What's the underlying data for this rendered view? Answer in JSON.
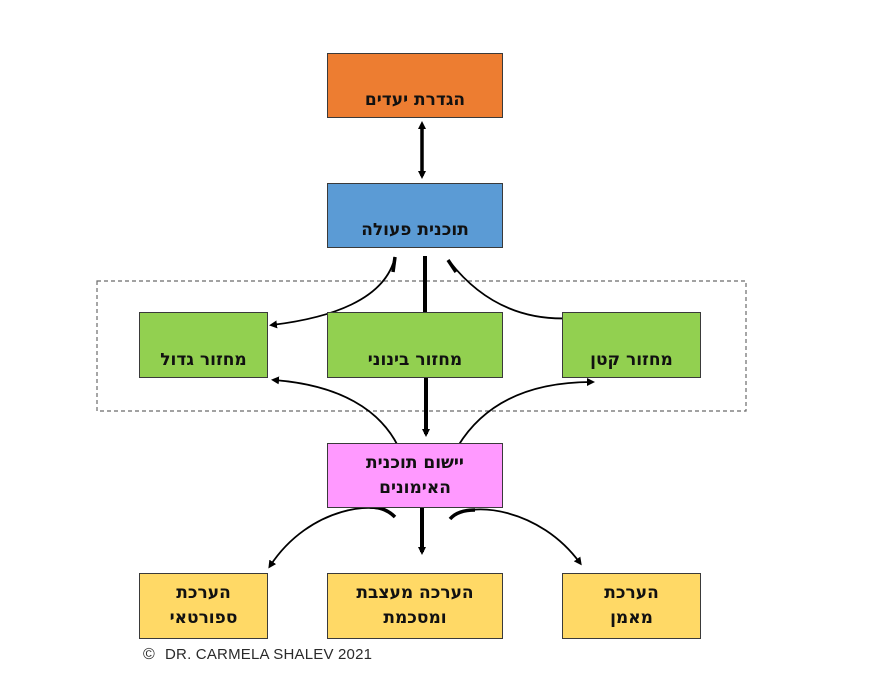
{
  "diagram": {
    "nodes": {
      "goal_setting": {
        "label": "הגדרת יעדים",
        "color": "#ED7D31"
      },
      "action_plan": {
        "label": "תוכנית פעולה",
        "color": "#5B9BD5"
      },
      "large_cycle": {
        "label": "מחזור גדול",
        "color": "#92D050"
      },
      "medium_cycle": {
        "label": "מחזור בינוני",
        "color": "#92D050"
      },
      "small_cycle": {
        "label": "מחזור קטן",
        "color": "#92D050"
      },
      "implementation": {
        "line1": "יישום תוכנית",
        "line2": "האימונים",
        "color": "#FF99FF"
      },
      "athlete_eval": {
        "line1": "הערכת",
        "line2": "ספורטאי",
        "color": "#FFD966"
      },
      "summary_eval": {
        "line1": "הערכה מעצבת",
        "line2": "ומסכמת",
        "color": "#FFD966"
      },
      "coach_eval": {
        "line1": "הערכת",
        "line2": "מאמן",
        "color": "#FFD966"
      }
    },
    "edges": [
      {
        "from": "goal_setting",
        "to": "action_plan",
        "type": "bidirectional"
      },
      {
        "from": "action_plan",
        "to": "large_cycle",
        "type": "curved-arrow"
      },
      {
        "from": "action_plan",
        "to": "medium_cycle",
        "type": "line"
      },
      {
        "from": "action_plan",
        "to": "small_cycle",
        "type": "curved-arrow"
      },
      {
        "from": "medium_cycle",
        "to": "implementation",
        "type": "arrow"
      },
      {
        "from": "implementation",
        "to": "large_cycle",
        "type": "curved-arrow"
      },
      {
        "from": "implementation",
        "to": "small_cycle",
        "type": "curved-arrow"
      },
      {
        "from": "implementation",
        "to": "athlete_eval",
        "type": "curved-arrow"
      },
      {
        "from": "implementation",
        "to": "summary_eval",
        "type": "arrow"
      },
      {
        "from": "implementation",
        "to": "coach_eval",
        "type": "curved-arrow"
      }
    ],
    "group": {
      "members": [
        "large_cycle",
        "medium_cycle",
        "small_cycle"
      ],
      "style": "dashed"
    }
  },
  "footer": {
    "copyright_symbol": "©",
    "copyright_text": "DR. CARMELA SHALEV 2021"
  }
}
